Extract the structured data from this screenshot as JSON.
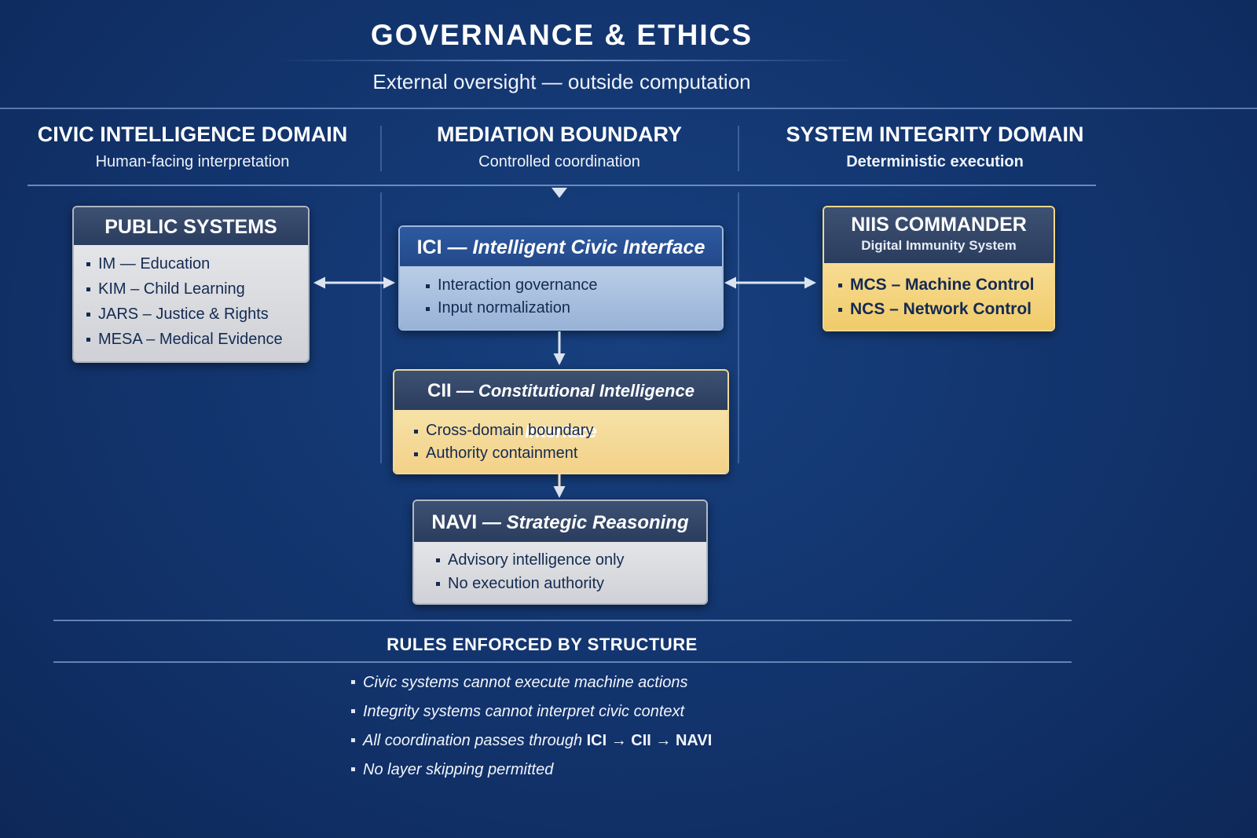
{
  "header": {
    "title": "GOVERNANCE & ETHICS",
    "subtitle": "External oversight — outside computation"
  },
  "columns": {
    "left": {
      "title": "CIVIC INTELLIGENCE DOMAIN",
      "subtitle": "Human-facing interpretation"
    },
    "center": {
      "title": "MEDIATION BOUNDARY",
      "subtitle": "Controlled coordination"
    },
    "right": {
      "title": "SYSTEM INTEGRITY DOMAIN",
      "subtitle": "Deterministic execution"
    }
  },
  "public_systems": {
    "title": "PUBLIC SYSTEMS",
    "items": [
      "IM — Education",
      "KIM – Child Learning",
      "JARS – Justice & Rights",
      "MESA – Medical Evidence"
    ]
  },
  "ici": {
    "title_main": "ICI",
    "title_rest": " — Intelligent Civic Interface",
    "items": [
      "Interaction governance",
      "Input normalization"
    ]
  },
  "cii": {
    "title_main": "CII",
    "title_rest": " — Constitutional Intelligence Interface",
    "items": [
      "Cross-domain boundary",
      "Authority containment"
    ]
  },
  "navi": {
    "title_main": "NAVI",
    "title_rest": " — Strategic Reasoning",
    "items": [
      "Advisory intelligence only",
      "No execution authority"
    ]
  },
  "niis": {
    "title": "NIIS COMMANDER",
    "subtitle": "Digital Immunity System",
    "items": [
      "MCS – Machine Control",
      "NCS – Network Control"
    ]
  },
  "rules": {
    "title": "RULES ENFORCED BY STRUCTURE",
    "item_1": "Civic systems cannot execute machine actions",
    "item_2": "Integrity systems cannot interpret civic context",
    "item_3_lead": "All coordination passes through ",
    "item_3_path": "ICI → CII → NAVI",
    "item_4": "No layer skipping permitted"
  },
  "colors": {
    "background": "#12336c",
    "header_bar": "#34476a",
    "public_body": "#dcdde1",
    "ici_body": "#a9c1e0",
    "cii_body": "#f3d58e",
    "niis_body": "#f0cb6a",
    "text_dark": "#142a52",
    "arrow": "#dbe3f0"
  },
  "icons": {
    "bidirectional": "double-arrow",
    "flow": "arrow-down"
  }
}
